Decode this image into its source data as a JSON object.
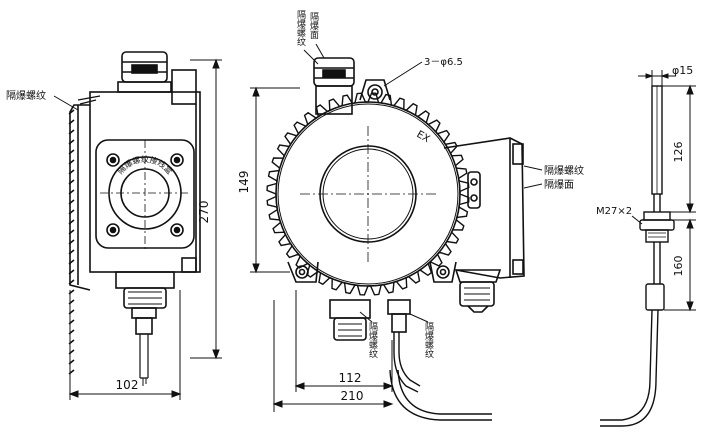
{
  "labels": {
    "flameproof_thread": "隔爆螺纹",
    "flameproof_face": "隔爆面",
    "holes": "3－φ6.5",
    "mark": "EX",
    "nameplate": "隔爆螺纹接线盒"
  },
  "dimensions": {
    "side_width": "102",
    "side_height": "270",
    "front_height": "149",
    "front_inner_width": "112",
    "front_width": "210",
    "probe_diameter": "φ15",
    "probe_upper_length": "126",
    "probe_thread": "M27×2",
    "probe_lower_length": "160"
  }
}
